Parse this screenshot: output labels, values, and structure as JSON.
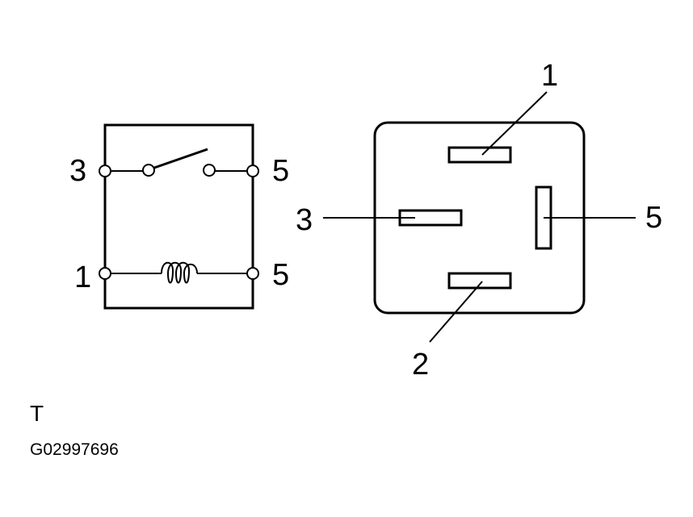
{
  "schematic": {
    "switch_left_terminal": "3",
    "switch_right_terminal": "5",
    "coil_left_terminal": "1",
    "coil_right_terminal": "5"
  },
  "connector": {
    "top_terminal": "1",
    "left_terminal": "3",
    "right_terminal": "5",
    "bottom_terminal": "2"
  },
  "footer": {
    "letter": "T",
    "figure_code": "G02997696"
  },
  "colors": {
    "line": "#000000",
    "background": "#ffffff"
  }
}
